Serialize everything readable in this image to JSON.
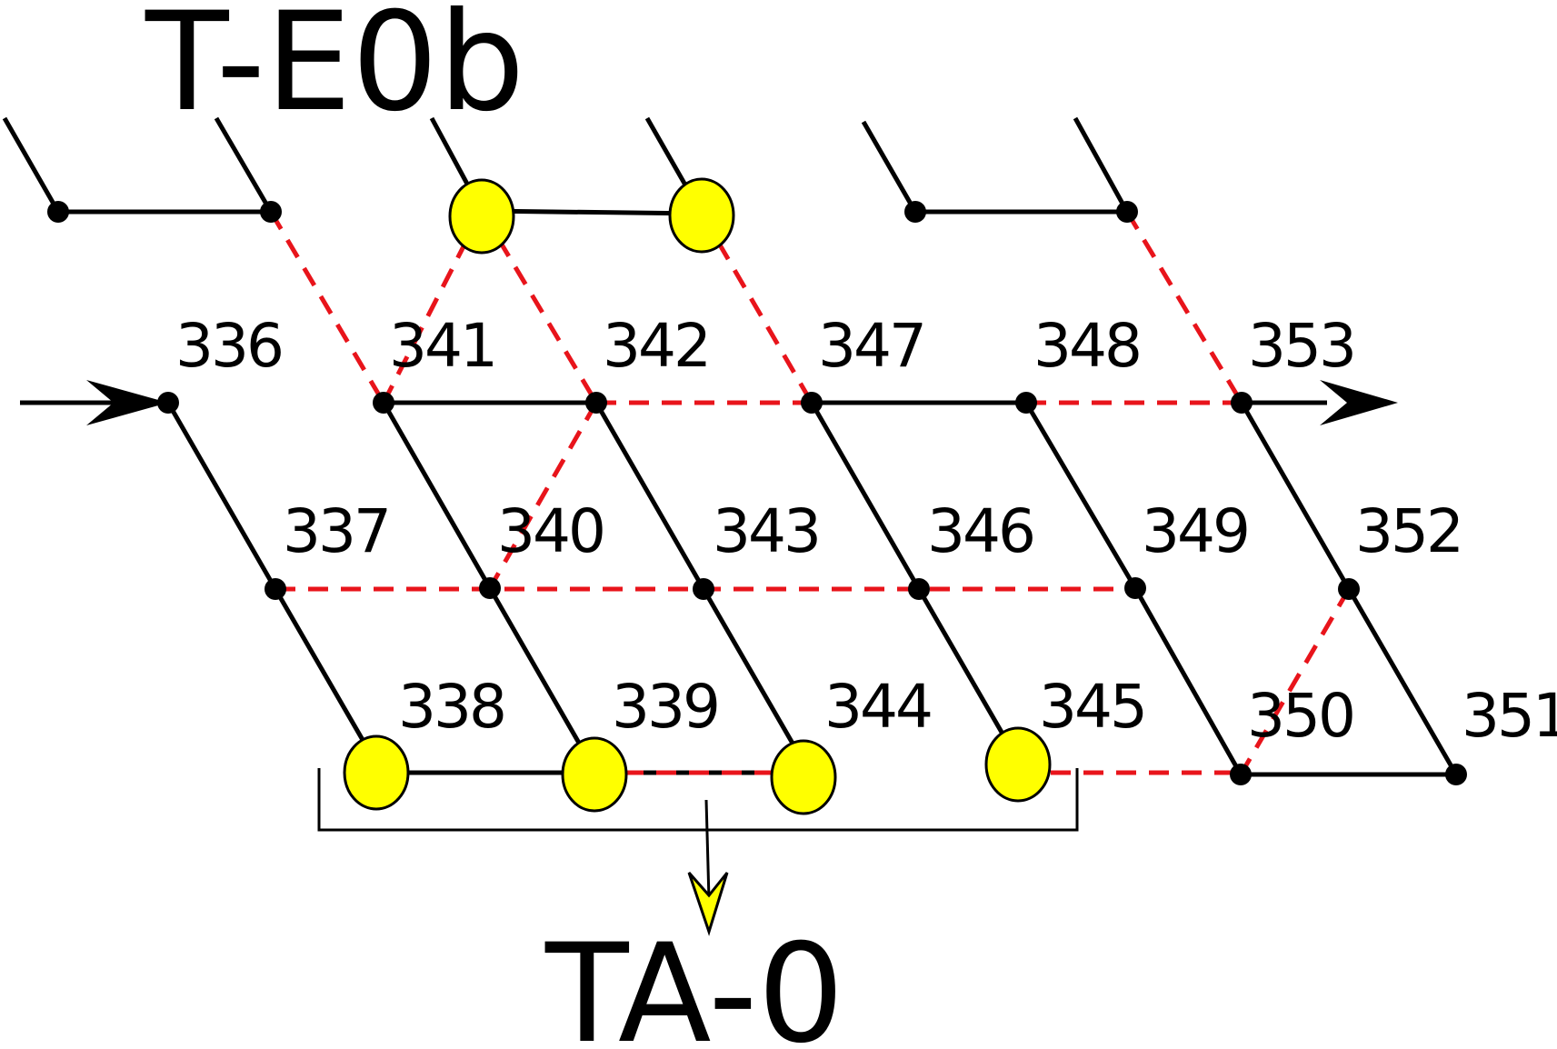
{
  "titles": {
    "top": "T-E0b",
    "bottom": "TA-0"
  },
  "node_labels": [
    "336",
    "337",
    "338",
    "339",
    "340",
    "341",
    "342",
    "343",
    "344",
    "345",
    "346",
    "347",
    "348",
    "349",
    "350",
    "351",
    "352",
    "353"
  ],
  "colors": {
    "edge": "#000000",
    "dashed_edge": "#e8141b",
    "highlight_fill": "#ffff00"
  }
}
